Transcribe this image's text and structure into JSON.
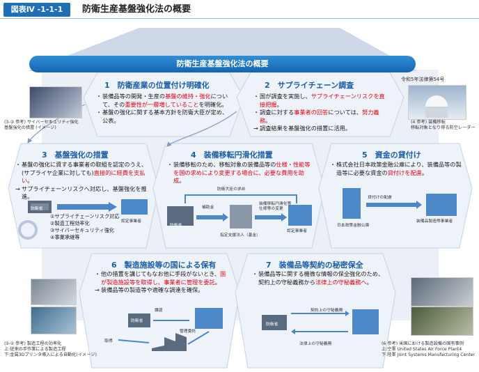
{
  "header": {
    "figure_label": "図表Ⅳ -1-1-1",
    "title": "防衛生産基盤強化法の概要"
  },
  "banner": "防衛生産基盤強化法の概要",
  "law_label": "令和5年法律第54号",
  "colors": {
    "header_blue": "#1e6fb5",
    "section_title": "#1b5ea8",
    "highlight_red": "#e60012",
    "hex_fill": "#e8eef7",
    "band_fill": "#c9d4e6"
  },
  "sections": {
    "s1": {
      "title": "1　防衛産業の位置付け明確化",
      "items": [
        {
          "mark": "・",
          "parts": [
            {
              "t": "装備品等の開発・生産の"
            },
            {
              "t": "基盤の維持・強化",
              "red": true
            },
            {
              "t": "について、その"
            },
            {
              "t": "重要性が一層増していること",
              "red": true
            },
            {
              "t": "を明確化。"
            }
          ]
        },
        {
          "mark": "・",
          "parts": [
            {
              "t": "基盤の強化に関する基本方針を防衛大臣が定め、公表。"
            }
          ]
        }
      ]
    },
    "s2": {
      "title": "2　サプライチェーン調査",
      "items": [
        {
          "mark": "・",
          "parts": [
            {
              "t": "国が調査を実施し、"
            },
            {
              "t": "サプライチェーンリスクを直接把握",
              "red": true
            },
            {
              "t": "。"
            }
          ]
        },
        {
          "mark": "・",
          "parts": [
            {
              "t": "調査に対する"
            },
            {
              "t": "事業者の回答",
              "red": true
            },
            {
              "t": "については、"
            },
            {
              "t": "努力義務",
              "red": true
            },
            {
              "t": "。"
            }
          ]
        },
        {
          "mark": "→",
          "parts": [
            {
              "t": "調査結果を基盤強化の措置に活用。"
            }
          ]
        }
      ]
    },
    "s3": {
      "title": "3　基盤強化の措置",
      "items": [
        {
          "mark": "・",
          "parts": [
            {
              "t": "基盤の強化に資する事業者の取組を認定のうえ、(サプライヤ企業に対しても)"
            },
            {
              "t": "直接的に経費を支払い",
              "red": true
            },
            {
              "t": "。"
            }
          ]
        },
        {
          "mark": "→",
          "parts": [
            {
              "t": "サプライチェーンリスクへ対応し、基盤強化を推進。"
            }
          ]
        }
      ],
      "subitems": [
        "①サプライチェーンリスク対応",
        "②製造工程効率化",
        "③サイバーセキュリティ強化",
        "④事業承継等"
      ],
      "diagram": {
        "left_label": "防衛省",
        "right_label": "認定事業者"
      }
    },
    "s4": {
      "title": "4　装備移転円滑化措置",
      "items": [
        {
          "mark": "・",
          "parts": [
            {
              "t": "装備移転のため、移転対象の装備品等の"
            },
            {
              "t": "仕様・性能等を国の求めにより変更する場合に、必要な費用を助成",
              "red": true
            },
            {
              "t": "。"
            }
          ]
        }
      ],
      "diagram": {
        "top_label": "防衛大臣の求め",
        "subsidy": "補助金",
        "fund_label": "装備移転円滑化等",
        "mod_label": "仕様等の変更",
        "left_label": "防衛省",
        "center_label": "指定支援法人（基金）",
        "right_label": "認定事業者"
      }
    },
    "s5": {
      "title": "5　資金の貸付け",
      "items": [
        {
          "mark": "・",
          "parts": [
            {
              "t": "株式会社日本政策金融公庫により、装備品等の製造等に必要な資金の"
            },
            {
              "t": "貸付けを配慮",
              "red": true
            },
            {
              "t": "。"
            }
          ]
        }
      ],
      "diagram": {
        "arrow_label": "貸付けの配慮",
        "left_label": "日本政策金融公庫",
        "right_label": "装備品製造等事業者"
      }
    },
    "s6": {
      "title": "6　製造施設等の国による保有",
      "items": [
        {
          "mark": "・",
          "parts": [
            {
              "t": "他の措置を講じてもなお他に手段がないとき、"
            },
            {
              "t": "国が製造施設等を取得し、事業者に管理を委託",
              "red": true
            },
            {
              "t": "。"
            }
          ]
        },
        {
          "mark": "→",
          "parts": [
            {
              "t": "装備品等の製造等や適確な調達を確保。"
            }
          ]
        }
      ],
      "diagram": {
        "transfer": "譲渡",
        "acquire": "取得",
        "manage": "管理委託",
        "left_label": "防衛省"
      }
    },
    "s7": {
      "title": "7　装備品等契約の秘密保全",
      "items": [
        {
          "mark": "・",
          "parts": [
            {
              "t": "装備品等に関する機微な情報の保全強化のため、契約上の守秘義務から"
            },
            {
              "t": "法律上の守秘義務へ",
              "red": true
            },
            {
              "t": "。"
            }
          ]
        }
      ],
      "diagram": {
        "top_arrow": "契約上の守秘義務",
        "bottom_arrow": "法律上の守秘義務",
        "left_label": "防衛省"
      }
    }
  },
  "captions": {
    "cyber": "(3-③ 参考) サイバーセキュリティ強化\n基盤強化の措置 (イメージ)",
    "radar": "(4 参考) 装備移転\n移転対象となり得る防空レーダー",
    "factory": "(3-② 参考) 製造工程の効率化\n上:従来の手作業による製造工程\n下:金属3Dプリンタ導入による自動化(イメージ)",
    "plant": "(6 参考) 米国における製造設備の国有事例\n上:空軍 United States Air Force Plant4\n下:陸軍 Joint Systems Manufacturing Center"
  }
}
